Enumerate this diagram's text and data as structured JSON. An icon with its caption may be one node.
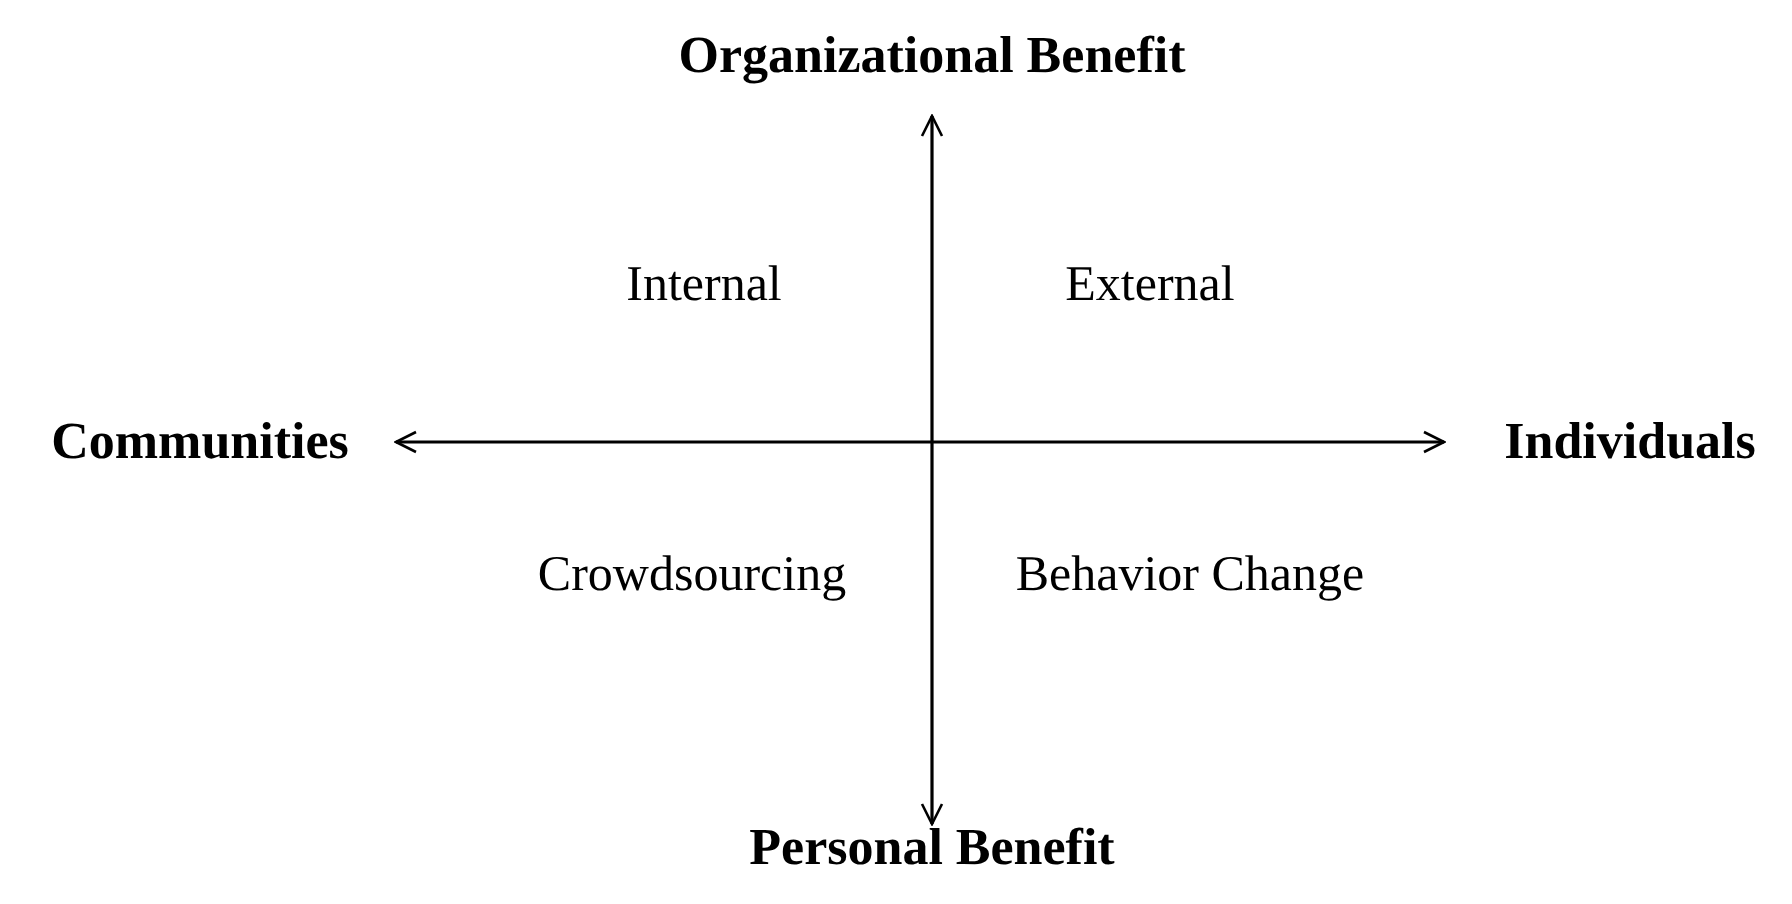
{
  "diagram": {
    "labels": [
      "Organizational Benefit",
      "Internal",
      "External",
      "Communities",
      "Individuals",
      "Crowdsourcing",
      "Behavior Change",
      "Personal Benefit"
    ]
  }
}
